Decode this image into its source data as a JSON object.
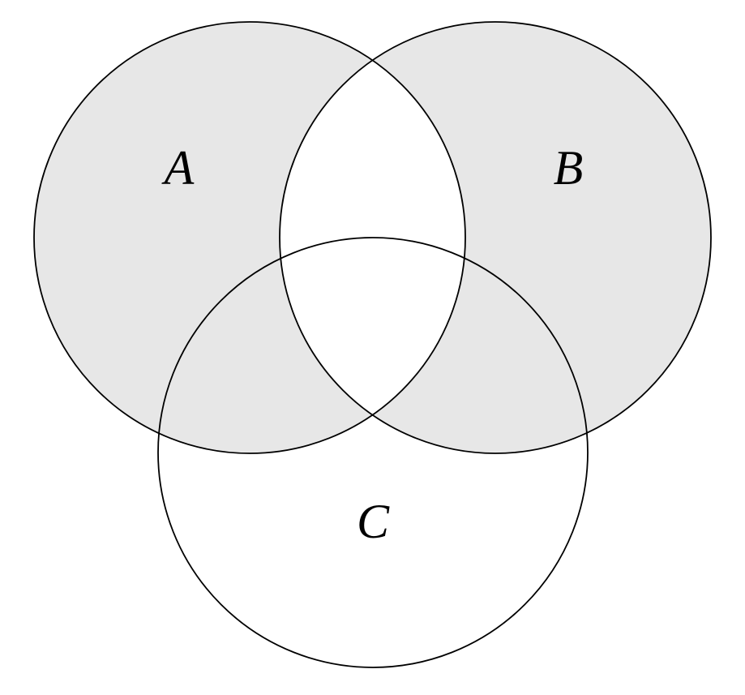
{
  "diagram": {
    "type": "venn-3-set",
    "sets": [
      {
        "label": "A",
        "shaded": true
      },
      {
        "label": "B",
        "shaded": true
      },
      {
        "label": "C",
        "shaded": false
      }
    ],
    "shaded_region": "(A ∪ B) − (A ∩ B)",
    "unshaded_regions": [
      "A ∩ B",
      "A ∩ B ∩ C",
      "C − (A ∪ B)"
    ],
    "colors": {
      "shade": "#e7e7e7",
      "stroke": "#000000",
      "label": "#000000",
      "background": "#ffffff"
    }
  }
}
